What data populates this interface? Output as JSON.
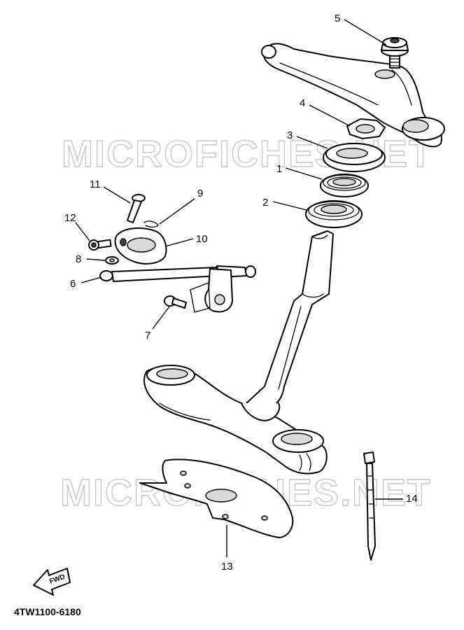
{
  "diagram": {
    "watermark_text": "MICROFICHES.NET",
    "fwd_label": "FWD",
    "drawing_code": "4TW1100-6180",
    "callouts": [
      "1",
      "2",
      "3",
      "4",
      "5",
      "6",
      "7",
      "8",
      "9",
      "10",
      "11",
      "12",
      "13",
      "14"
    ]
  }
}
